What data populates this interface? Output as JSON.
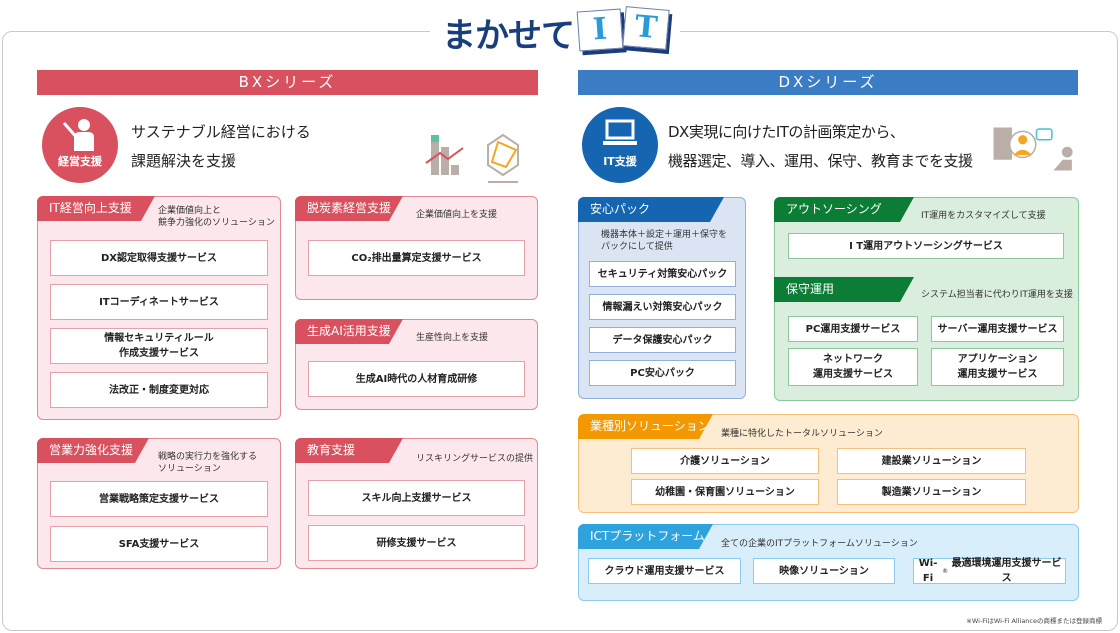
{
  "title": {
    "text": "まかせて",
    "tile1": "I",
    "tile2": "T"
  },
  "bx": {
    "header": "BXシリーズ",
    "badge": "経営支援",
    "lead1": "サステナブル経営における",
    "lead2": "課題解決を支援",
    "cards": [
      {
        "tab": "IT経営向上支援",
        "sub1": "企業価値向上と",
        "sub2": "競争力強化のソリューション",
        "items": [
          "DX認定取得支援サービス",
          "ITコーディネートサービス",
          "情報セキュリティルール",
          "作成支援サービス",
          "法改正・制度変更対応"
        ]
      },
      {
        "tab": "脱炭素経営支援",
        "sub1": "企業価値向上を支援",
        "items": [
          "CO₂排出量算定支援サービス"
        ]
      },
      {
        "tab": "生成AI活用支援",
        "sub1": "生産性向上を支援",
        "items": [
          "生成AI時代の人材育成研修"
        ]
      },
      {
        "tab": "営業力強化支援",
        "sub1": "戦略の実行力を強化する",
        "sub2": "ソリューション",
        "items": [
          "営業戦略策定支援サービス",
          "SFA支援サービス"
        ]
      },
      {
        "tab": "教育支援",
        "sub1": "リスキリングサービスの提供",
        "items": [
          "スキル向上支援サービス",
          "研修支援サービス"
        ]
      }
    ]
  },
  "dx": {
    "header": "DXシリーズ",
    "badge": "IT支援",
    "lead1": "DX実現に向けたITの計画策定から、",
    "lead2": "機器選定、導入、運用、保守、教育までを支援",
    "anshin": {
      "tab": "安心パック",
      "sub1": "機器本体＋設定＋運用＋保守を",
      "sub2": "パックにして提供",
      "items": [
        "セキュリティ対策安心パック",
        "情報漏えい対策安心パック",
        "データ保護安心パック",
        "PC安心パック"
      ]
    },
    "outsourcing": {
      "tab": "アウトソーシング",
      "sub": "IT運用をカスタマイズして支援",
      "items": [
        "I T運用アウトソーシングサービス"
      ]
    },
    "hoshu": {
      "tab": "保守運用",
      "sub": "システム担当者に代わりIT運用を支援",
      "items": [
        "PC運用支援サービス",
        "サーバー運用支援サービス",
        "ネットワーク",
        "運用支援サービス",
        "アプリケーション",
        "運用支援サービス"
      ]
    },
    "industry": {
      "tab": "業種別ソリューション",
      "sub": "業種に特化したトータルソリューション",
      "items": [
        "介護ソリューション",
        "建設業ソリューション",
        "幼稚園・保育園ソリューション",
        "製造業ソリューション"
      ]
    },
    "ict": {
      "tab": "ICTプラットフォーム",
      "sub": "全ての企業のITプラットフォームソリューション",
      "items": [
        "クラウド運用支援サービス",
        "映像ソリューション",
        "Wi-Fi",
        "®",
        "最適環境運用支援サービス"
      ]
    }
  },
  "footnote": "※Wi-FiはWi-Fi Allianceの商標または登録商標",
  "colors": {
    "bx": "#d9515e",
    "dx": "#3a7dc4",
    "it_badge": "#1565b0",
    "green": "#0b7d35",
    "orange": "#f39800",
    "ict": "#2ea2dc"
  }
}
